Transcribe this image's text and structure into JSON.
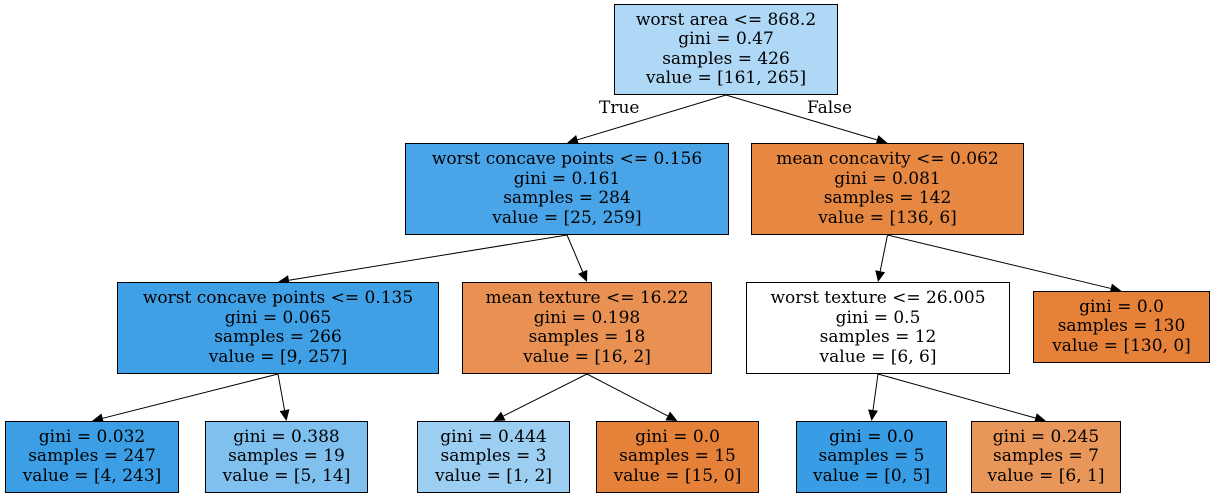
{
  "nodes": {
    "n0": {
      "split": "worst area <= 868.2",
      "gini": "gini = 0.47",
      "samples": "samples = 426",
      "value": "value = [161, 265]",
      "color": "#afd7f6"
    },
    "n1": {
      "split": "worst concave points <= 0.156",
      "gini": "gini = 0.161",
      "samples": "samples = 284",
      "value": "value = [25, 259]",
      "color": "#4aa5e8"
    },
    "n2": {
      "split": "worst concave points <= 0.135",
      "gini": "gini = 0.065",
      "samples": "samples = 266",
      "value": "value = [9, 257]",
      "color": "#40a0e6"
    },
    "n3": {
      "gini": "gini = 0.032",
      "samples": "samples = 247",
      "value": "value = [4, 243]",
      "color": "#3c9fe5"
    },
    "n4": {
      "gini": "gini = 0.388",
      "samples": "samples = 19",
      "value": "value = [5, 14]",
      "color": "#80c0ee"
    },
    "n5": {
      "split": "mean texture <= 16.22",
      "gini": "gini = 0.198",
      "samples": "samples = 18",
      "value": "value = [16, 2]",
      "color": "#e89152"
    },
    "n6": {
      "gini": "gini = 0.444",
      "samples": "samples = 3",
      "value": "value = [1, 2]",
      "color": "#9ccef2"
    },
    "n7": {
      "gini": "gini = 0.0",
      "samples": "samples = 15",
      "value": "value = [15, 0]",
      "color": "#e58139"
    },
    "n8": {
      "split": "mean concavity <= 0.062",
      "gini": "gini = 0.081",
      "samples": "samples = 142",
      "value": "value = [136, 6]",
      "color": "#e68742"
    },
    "n9": {
      "split": "worst texture <= 26.005",
      "gini": "gini = 0.5",
      "samples": "samples = 12",
      "value": "value = [6, 6]",
      "color": "#ffffff"
    },
    "n10": {
      "gini": "gini = 0.0",
      "samples": "samples = 5",
      "value": "value = [0, 5]",
      "color": "#399de5"
    },
    "n11": {
      "gini": "gini = 0.245",
      "samples": "samples = 7",
      "value": "value = [6, 1]",
      "color": "#e9965a"
    },
    "n12": {
      "gini": "gini = 0.0",
      "samples": "samples = 130",
      "value": "value = [130, 0]",
      "color": "#e58139"
    }
  },
  "edges": [
    [
      "n0",
      "n1"
    ],
    [
      "n0",
      "n8"
    ],
    [
      "n1",
      "n2"
    ],
    [
      "n1",
      "n5"
    ],
    [
      "n2",
      "n3"
    ],
    [
      "n2",
      "n4"
    ],
    [
      "n5",
      "n6"
    ],
    [
      "n5",
      "n7"
    ],
    [
      "n8",
      "n9"
    ],
    [
      "n8",
      "n12"
    ],
    [
      "n9",
      "n10"
    ],
    [
      "n9",
      "n11"
    ]
  ],
  "edge_labels": {
    "true": "True",
    "false": "False"
  }
}
